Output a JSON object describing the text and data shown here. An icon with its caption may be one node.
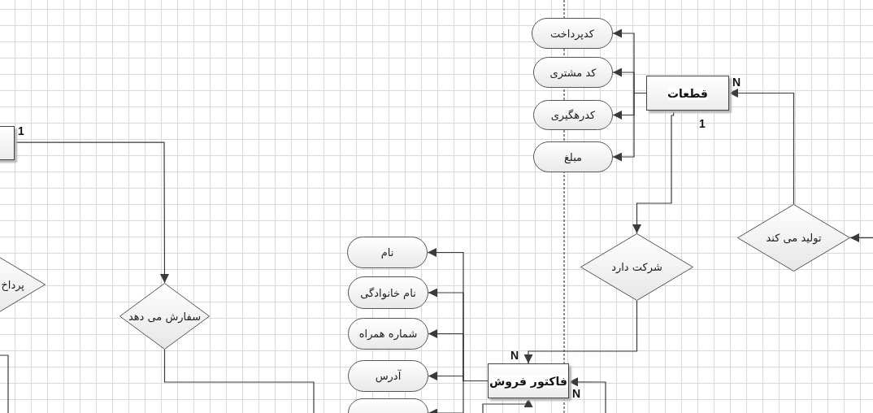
{
  "diagram": {
    "nodes": [
      {
        "text": [],
        "shape": "box"
      },
      {
        "text": [
          "پرداخ"
        ]
      },
      {
        "text": [
          "سفارش می دهد"
        ]
      },
      {
        "text": [
          "کدپرداخت"
        ]
      },
      {
        "text": [
          "کد مشتری"
        ]
      },
      {
        "text": [
          "کدرهگیری"
        ]
      },
      {
        "text": [
          "مبلغ"
        ]
      },
      {
        "text": [
          "قطعات"
        ]
      },
      {
        "text": [
          "شرکت دارد"
        ]
      },
      {
        "text": [
          "تولید می کند"
        ]
      },
      {
        "text": [
          "نام"
        ]
      },
      {
        "text": [
          "نام خانوادگی"
        ]
      },
      {
        "text": [
          "شماره همراه"
        ]
      },
      {
        "text": [
          "آدرس"
        ]
      },
      {
        "text": [],
        "shape": "pill"
      },
      {
        "text": [
          "فاکتور فروش"
        ]
      }
    ],
    "edges": [
      {
        "from": 0,
        "to": 2,
        "arrow": "to"
      },
      {
        "from": 2,
        "to": null,
        "arrow": "none"
      },
      {
        "from": 7,
        "to": 3,
        "arrow": "to"
      },
      {
        "from": 7,
        "to": 4,
        "arrow": "to"
      },
      {
        "from": 7,
        "to": 5,
        "arrow": "to"
      },
      {
        "from": 7,
        "to": 6,
        "arrow": "to"
      },
      {
        "from": 7,
        "to": 8,
        "arrow": "to"
      },
      {
        "from": 9,
        "to": 7,
        "arrow": "to"
      },
      {
        "from": null,
        "to": 9,
        "arrow": "to"
      },
      {
        "from": 8,
        "to": 15,
        "arrow": "to"
      },
      {
        "from": 15,
        "to": 10,
        "arrow": "to"
      },
      {
        "from": 15,
        "to": 11,
        "arrow": "to"
      },
      {
        "from": 15,
        "to": 12,
        "arrow": "to"
      },
      {
        "from": 15,
        "to": 13,
        "arrow": "to"
      },
      {
        "from": 15,
        "to": 14,
        "arrow": "to"
      },
      {
        "from": null,
        "to": 15,
        "arrow": "to"
      },
      {
        "from": null,
        "to": 15,
        "arrow": "to"
      }
    ],
    "labels": [
      "1",
      "N",
      "1",
      "N",
      "N"
    ]
  }
}
